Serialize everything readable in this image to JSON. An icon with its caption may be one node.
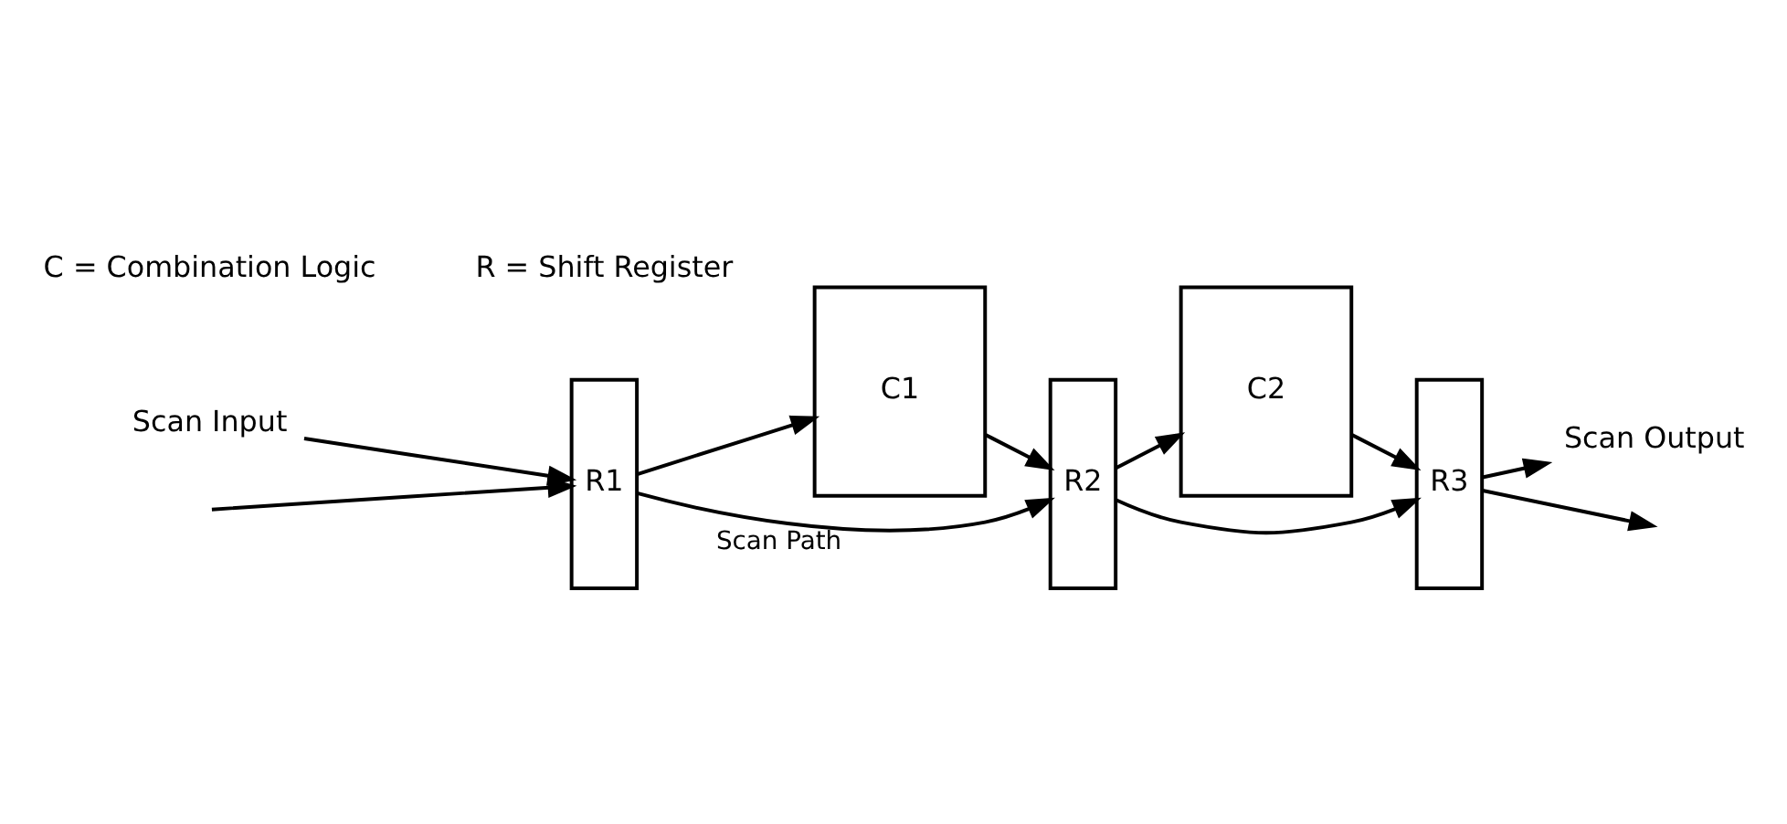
{
  "diagram": {
    "nodes": [
      {
        "text": [
          "Scan Output"
        ]
      },
      {
        "text": [
          "R1"
        ]
      },
      {
        "text": [
          "C1"
        ]
      },
      {
        "text": [
          "R2"
        ]
      },
      {
        "text": [
          "C2"
        ]
      },
      {
        "text": [
          "R3"
        ]
      },
      {
        "text": [
          "Scan Input"
        ]
      }
    ],
    "edges": [
      {
        "from": null,
        "to": 1,
        "arrow": "to"
      },
      {
        "from": 1,
        "to": 2,
        "arrow": "to"
      },
      {
        "from": 2,
        "to": 3,
        "arrow": "to"
      },
      {
        "from": 3,
        "to": 4,
        "arrow": "to"
      },
      {
        "from": 4,
        "to": 5,
        "arrow": "to"
      },
      {
        "from": 5,
        "to": null,
        "arrow": "to"
      },
      {
        "from": 6,
        "to": 1,
        "arrow": "to"
      },
      {
        "from": 1,
        "to": 3,
        "arrow": "to",
        "label": "Scan Path"
      },
      {
        "from": 3,
        "to": 5,
        "arrow": "to"
      },
      {
        "from": 5,
        "to": 0,
        "arrow": "to"
      }
    ],
    "labels": [
      "C = Combination Logic",
      "R = Shift Register"
    ]
  }
}
